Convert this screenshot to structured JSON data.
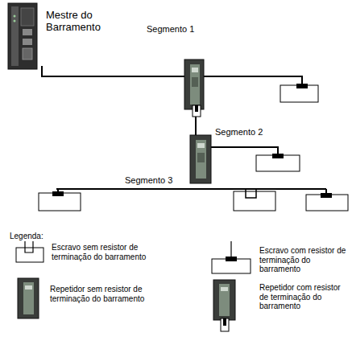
{
  "diagram": {
    "nodes": [
      {
        "text": [
          "Mestre do Barramento"
        ]
      }
    ],
    "labels": [
      "Segmento 1",
      "Segmento 2",
      "Segmento 3",
      "Legenda:"
    ],
    "legend": [
      {
        "text": "Escravo sem resistor de terminação do barramento"
      },
      {
        "text": "Escravo com resistor de terminação do barramento"
      },
      {
        "text": "Repetidor sem resistor de terminação do barramento"
      },
      {
        "text": "Repetidor com resistor de terminação do barramento"
      }
    ]
  }
}
